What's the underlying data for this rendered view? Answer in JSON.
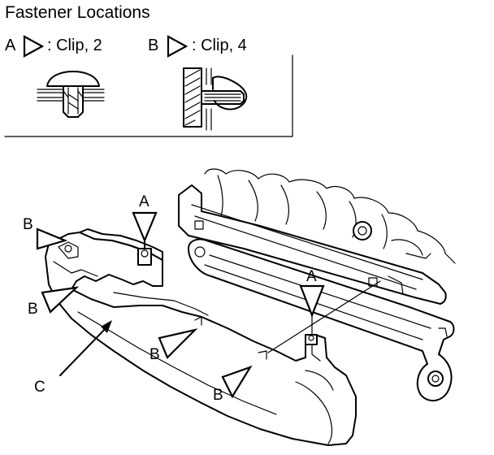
{
  "header": {
    "title": "Fastener Locations"
  },
  "legend": [
    {
      "letter": "A",
      "text": ": Clip, 2",
      "icon": "triangle-right-icon"
    },
    {
      "letter": "B",
      "text": ": Clip, 4",
      "icon": "triangle-right-icon"
    }
  ],
  "callouts": {
    "a_top": "A",
    "a_right": "A",
    "b_left_top": "B",
    "b_left_mid": "B",
    "b_bottom_mid": "B",
    "b_bottom_right": "B",
    "c_part": "C"
  }
}
